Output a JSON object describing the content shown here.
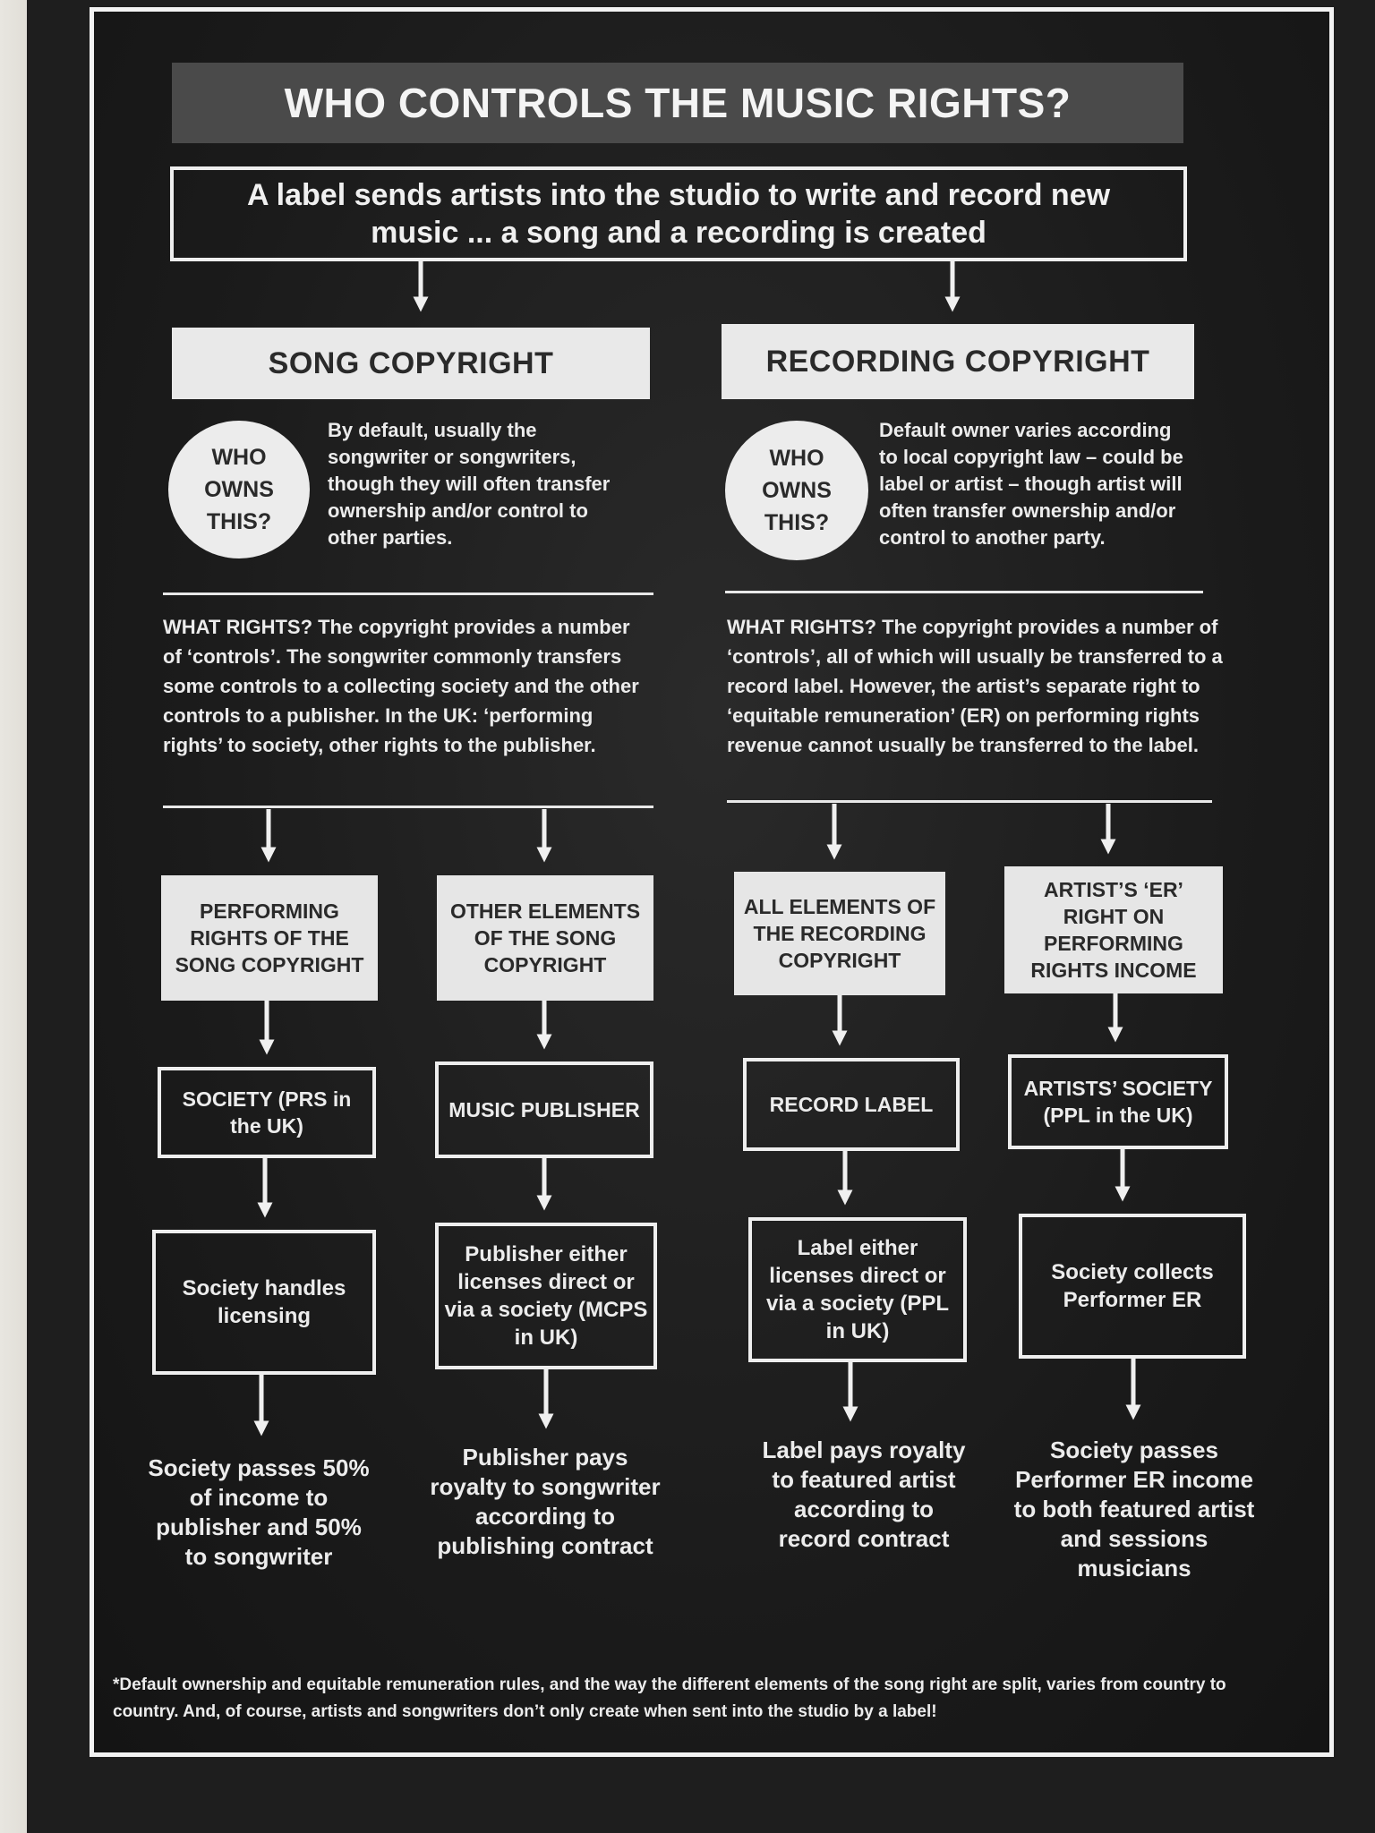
{
  "title": "WHO CONTROLS THE MUSIC RIGHTS?",
  "intro": "A label sends artists into the studio to write and record new music ... a song and a recording is created",
  "song": {
    "heading": "SONG COPYRIGHT",
    "who_owns": "WHO OWNS THIS?",
    "owner_text": "By default, usually the songwriter or songwriters, though they will often transfer ownership and/or control to other parties.",
    "rights_text": "WHAT RIGHTS? The copyright provides a number of ‘controls’. The songwriter commonly transfers some controls to a collecting society and the other controls to a publisher. In the UK: ‘performing rights’ to society, other rights to the publisher."
  },
  "recording": {
    "heading": "RECORDING COPYRIGHT",
    "who_owns": "WHO OWNS THIS?",
    "owner_text": "Default owner varies according to local copyright law – could be label or artist – though artist will often transfer ownership and/or control to another party.",
    "rights_text": "WHAT RIGHTS? The copyright provides a number of ‘controls’, all of which will usually be transferred to a record label. However, the artist’s separate right to ‘equitable remuneration’ (ER) on performing rights revenue cannot usually be transferred to the label."
  },
  "columns": [
    {
      "element": "PERFORMING RIGHTS OF THE SONG COPYRIGHT",
      "holder": "SOCIETY (PRS in the UK)",
      "process": "Society handles licensing",
      "result": "Society passes 50% of income to publisher and 50% to songwriter"
    },
    {
      "element": "OTHER ELEMENTS OF THE SONG COPYRIGHT",
      "holder": "MUSIC PUBLISHER",
      "process": "Publisher either licenses direct or via a society (MCPS in UK)",
      "result": "Publisher pays royalty to songwriter according to publishing contract"
    },
    {
      "element": "ALL ELEMENTS OF THE RECORDING COPYRIGHT",
      "holder": "RECORD LABEL",
      "process": "Label either licenses direct or via a society (PPL in UK)",
      "result": "Label pays royalty to featured artist according to record contract"
    },
    {
      "element": "ARTIST’S ‘ER’ RIGHT ON PERFORMING RIGHTS INCOME",
      "holder": "ARTISTS’ SOCIETY (PPL in the UK)",
      "process": "Society collects Performer ER",
      "result": "Society passes Performer ER income to both featured artist and sessions musicians"
    }
  ],
  "footnote": "*Default ownership and equitable remuneration rules, and the way the different elements of the song right are split, varies from country to country. And, of course, artists and songwriters don’t only create when sent into the studio by a label!",
  "colors": {
    "background": "#1b1b1b",
    "text": "#ececec",
    "title_bar": "#4a4a4a",
    "light_box": "#e6e6e6"
  }
}
